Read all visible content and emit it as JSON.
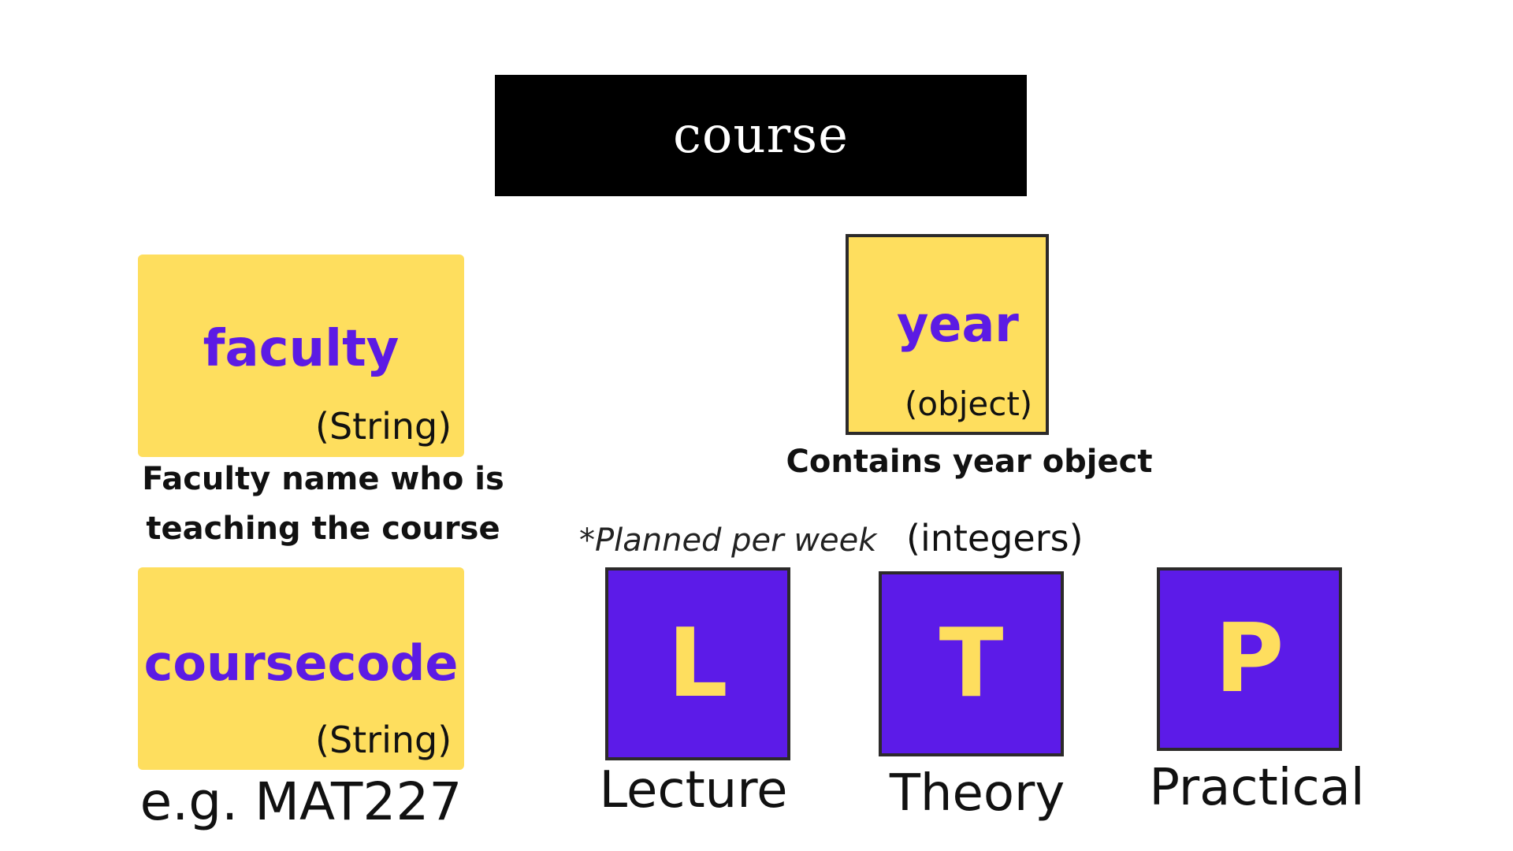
{
  "title": "course",
  "fields": {
    "faculty": {
      "name": "faculty",
      "type": "(String)",
      "description_line1": "Faculty name who is",
      "description_line2": "teaching the course"
    },
    "coursecode": {
      "name": "coursecode",
      "type": "(String)",
      "example": "e.g. MAT227"
    },
    "year": {
      "name": "year",
      "type": "(object)",
      "description": "Contains year object"
    }
  },
  "ltp": {
    "note": "*Planned per week",
    "type": "(integers)",
    "items": [
      {
        "letter": "L",
        "label": "Lecture"
      },
      {
        "letter": "T",
        "label": "Theory"
      },
      {
        "letter": "P",
        "label": "Practical"
      }
    ]
  },
  "colors": {
    "yellow": "#fede5e",
    "purple": "#5c1be8",
    "black": "#000000",
    "border": "#2c2a2a"
  }
}
